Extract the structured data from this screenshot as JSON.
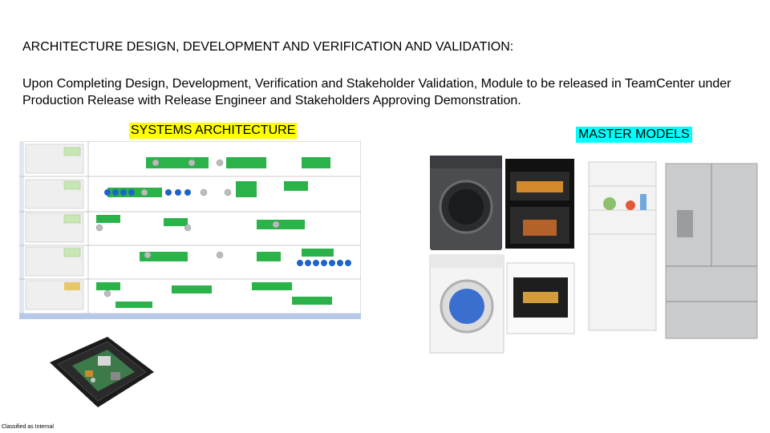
{
  "slide": {
    "heading": "ARCHITECTURE DESIGN, DEVELOPMENT AND VERIFICATION AND VALIDATION:",
    "body": "Upon Completing Design, Development, Verification and Stakeholder Validation, Module to be released in TeamCenter under Production Release with Release Engineer and Stakeholders Approving Demonstration.",
    "systems_label": "SYSTEMS ARCHITECTURE",
    "master_label": "MASTER MODELS",
    "footer": "Classified as Internal"
  },
  "colors": {
    "systems_highlight": "#ffff00",
    "master_highlight": "#00ffff",
    "diagram_green": "#2bb34a",
    "diagram_blue": "#1f62c9"
  },
  "icons": [
    "pcb-module-image",
    "washer-image",
    "oven-image",
    "refrigerator-image"
  ]
}
